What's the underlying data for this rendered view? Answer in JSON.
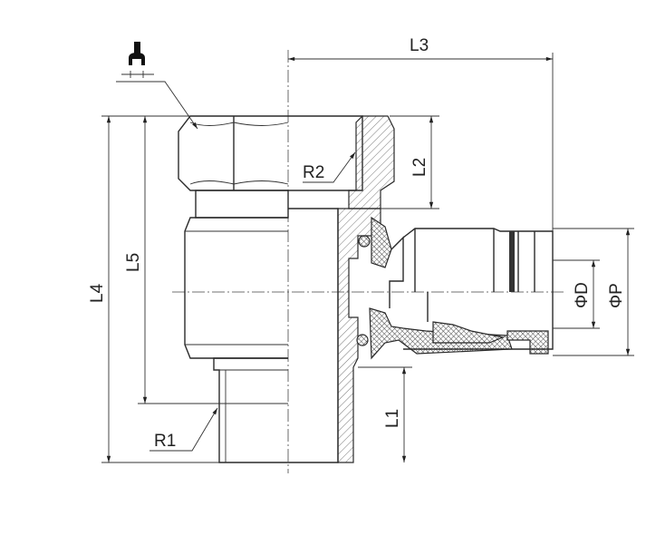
{
  "drawing": {
    "labels": {
      "L1": "L1",
      "L2": "L2",
      "L3": "L3",
      "L4": "L4",
      "L5": "L5",
      "R1": "R1",
      "R2": "R2",
      "D": "ΦD",
      "P": "ΦP"
    },
    "icons": [
      "wrench-icon"
    ]
  }
}
